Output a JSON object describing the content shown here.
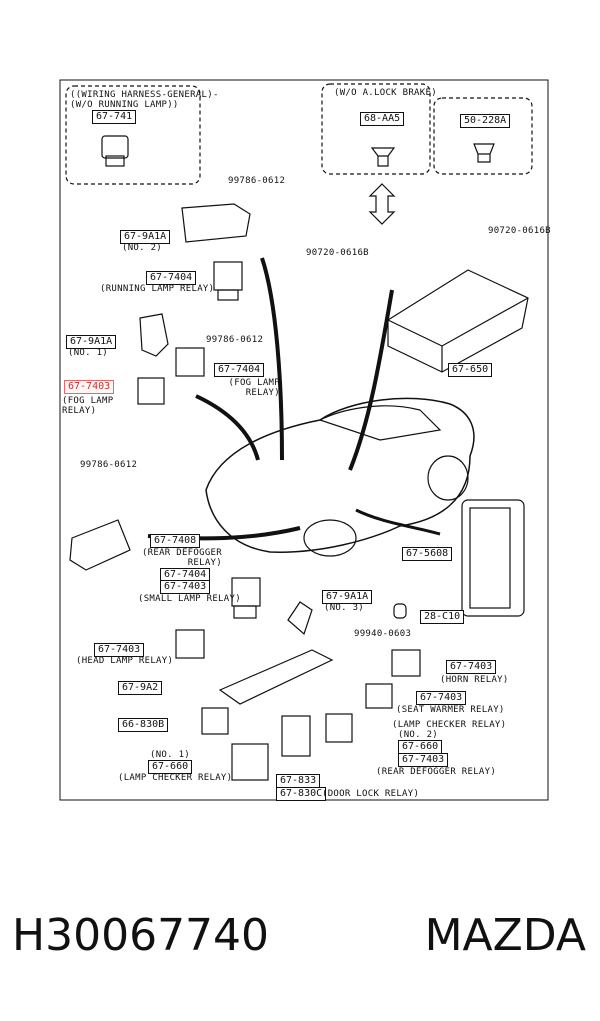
{
  "diagram": {
    "notes": {
      "top_left": [
        "((WIRING HARNESS-GENERAL)-",
        "(W/O RUNNING LAMP))"
      ],
      "top_mid": "(W/O A.LOCK BRAKE)"
    },
    "parts": [
      {
        "code": "67-741"
      },
      {
        "code": "68-AA5"
      },
      {
        "code": "50-228A"
      },
      {
        "code": "67-9A1A",
        "note": "(NO. 2)"
      },
      {
        "code": "67-7404",
        "note": "(RUNNING LAMP RELAY)"
      },
      {
        "code": "67-9A1A",
        "note": "(NO. 1)"
      },
      {
        "code": "67-7404",
        "note": "(FOG LAMP RELAY)"
      },
      {
        "code": "67-7403",
        "note": "(FOG LAMP RELAY)",
        "highlighted": true
      },
      {
        "code": "67-650"
      },
      {
        "code": "67-7408",
        "note": "(REAR DEFOGGER RELAY)"
      },
      {
        "code": "67-5608"
      },
      {
        "code": "67-7404"
      },
      {
        "code": "67-7403",
        "note": "(SMALL LAMP RELAY)"
      },
      {
        "code": "67-9A1A",
        "note": "(NO. 3)"
      },
      {
        "code": "28-C10"
      },
      {
        "code": "67-7403",
        "note": "(HEAD LAMP RELAY)"
      },
      {
        "code": "67-7403",
        "note": "(HORN RELAY)"
      },
      {
        "code": "67-9A2"
      },
      {
        "code": "67-7403",
        "note": "(SEAT WARMER RELAY)"
      },
      {
        "code": "66-830B"
      },
      {
        "code": "67-660",
        "note": "(NO. 2)"
      },
      {
        "code": "67-660",
        "note": "(NO. 1)"
      },
      {
        "code": "67-7403",
        "note": "(REAR DEFOGGER RELAY)"
      },
      {
        "code": "67-833"
      },
      {
        "code": "67-830C",
        "note": "(DOOR LOCK RELAY)"
      }
    ],
    "fasteners": [
      "99786-0612",
      "99786-0612",
      "90720-0616B",
      "90720-0616B",
      "99786-0612",
      "99940-0603"
    ],
    "lamp_checker_relay_labels": [
      "(LAMP CHECKER RELAY)",
      "(LAMP CHECKER RELAY)"
    ],
    "highlight_color": "#e06a6a"
  },
  "caption": {
    "part_number": "H30067740",
    "make": "MAZDA"
  }
}
